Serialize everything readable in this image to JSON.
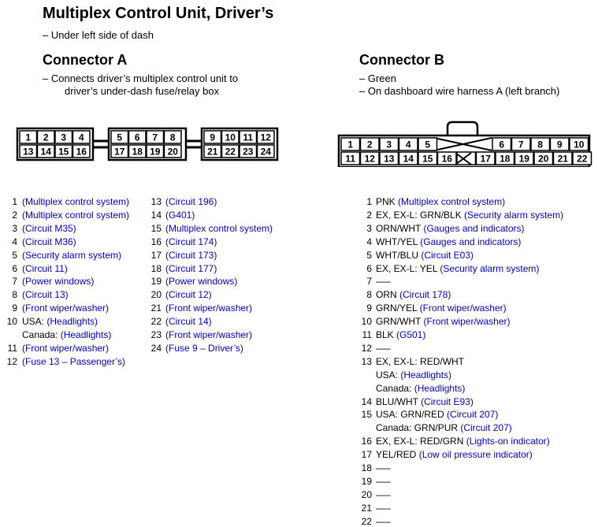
{
  "title": "Multiplex Control Unit, Driver’s",
  "subtitle": "– Under left side of dash",
  "connector_a": {
    "title": "Connector A",
    "desc_line1": "– Connects driver’s multiplex control unit to",
    "desc_line2": "driver’s under-dash fuse/relay box",
    "diagram": {
      "top_row": [
        "1",
        "2",
        "3",
        "4",
        "5",
        "6",
        "7",
        "8",
        "9",
        "10",
        "11",
        "12"
      ],
      "bottom_row": [
        "13",
        "14",
        "15",
        "16",
        "17",
        "18",
        "19",
        "20",
        "21",
        "22",
        "23",
        "24"
      ]
    },
    "pins_col1": [
      {
        "num": "1",
        "wire": "",
        "desc": "(Multiplex control system)"
      },
      {
        "num": "2",
        "wire": "",
        "desc": "(Multiplex control system)"
      },
      {
        "num": "3",
        "wire": "",
        "desc": "(Circuit M35)"
      },
      {
        "num": "4",
        "wire": "",
        "desc": "(Circuit M36)"
      },
      {
        "num": "5",
        "wire": "",
        "desc": "(Security alarm system)"
      },
      {
        "num": "6",
        "wire": "",
        "desc": "(Circuit 11)"
      },
      {
        "num": "7",
        "wire": "",
        "desc": "(Power windows)"
      },
      {
        "num": "8",
        "wire": "",
        "desc": "(Circuit 13)"
      },
      {
        "num": "9",
        "wire": "",
        "desc": "(Front wiper/washer)"
      },
      {
        "num": "10",
        "wire": "USA:",
        "desc": "(Headlights)"
      },
      {
        "num": "",
        "wire": "Canada:",
        "desc": "(Headlights)"
      },
      {
        "num": "11",
        "wire": "",
        "desc": "(Front wiper/washer)"
      },
      {
        "num": "12",
        "wire": "",
        "desc": "(Fuse 13 – Passenger’s)"
      }
    ],
    "pins_col2": [
      {
        "num": "13",
        "wire": "",
        "desc": "(Circuit 196)"
      },
      {
        "num": "14",
        "wire": "",
        "desc": "(G401)"
      },
      {
        "num": "15",
        "wire": "",
        "desc": "(Multiplex control system)"
      },
      {
        "num": "16",
        "wire": "",
        "desc": "(Circuit 174)"
      },
      {
        "num": "17",
        "wire": "",
        "desc": "(Circuit 173)"
      },
      {
        "num": "18",
        "wire": "",
        "desc": "(Circuit 177)"
      },
      {
        "num": "19",
        "wire": "",
        "desc": "(Power windows)"
      },
      {
        "num": "20",
        "wire": "",
        "desc": "(Circuit 12)"
      },
      {
        "num": "21",
        "wire": "",
        "desc": "(Front wiper/washer)"
      },
      {
        "num": "22",
        "wire": "",
        "desc": "(Circuit 14)"
      },
      {
        "num": "23",
        "wire": "",
        "desc": "(Front wiper/washer)"
      },
      {
        "num": "24",
        "wire": "",
        "desc": "(Fuse 9 – Driver’s)"
      }
    ]
  },
  "connector_b": {
    "title": "Connector B",
    "desc_line1": "– Green",
    "desc_line2": "– On dashboard wire harness A (left branch)",
    "diagram": {
      "top_row": [
        "1",
        "2",
        "3",
        "4",
        "5",
        "6",
        "7",
        "8",
        "9",
        "10"
      ],
      "bottom_row": [
        "11",
        "12",
        "13",
        "14",
        "15",
        "16",
        "17",
        "18",
        "19",
        "20",
        "21",
        "22"
      ]
    },
    "pins": [
      {
        "num": "1",
        "wire": "PNK",
        "desc": "(Multiplex control system)"
      },
      {
        "num": "2",
        "wire": "EX, EX-L: GRN/BLK",
        "desc": "(Security alarm system)"
      },
      {
        "num": "3",
        "wire": "ORN/WHT",
        "desc": "(Gauges and indicators)"
      },
      {
        "num": "4",
        "wire": "WHT/YEL",
        "desc": "(Gauges and indicators)"
      },
      {
        "num": "5",
        "wire": "WHT/BLU",
        "desc": "(Circuit E03)"
      },
      {
        "num": "6",
        "wire": "EX, EX-L: YEL",
        "desc": "(Security alarm system)"
      },
      {
        "num": "7",
        "wire": "—–",
        "desc": ""
      },
      {
        "num": "8",
        "wire": "ORN",
        "desc": "(Circuit 178)"
      },
      {
        "num": "9",
        "wire": "GRN/YEL",
        "desc": "(Front wiper/washer)"
      },
      {
        "num": "10",
        "wire": "GRN/WHT",
        "desc": "(Front wiper/washer)"
      },
      {
        "num": "11",
        "wire": "BLK",
        "desc": "(G501)"
      },
      {
        "num": "12",
        "wire": "—–",
        "desc": ""
      },
      {
        "num": "13",
        "wire": "EX, EX-L: RED/WHT",
        "desc": ""
      },
      {
        "num": "",
        "wire": "USA:",
        "desc": "(Headlights)"
      },
      {
        "num": "",
        "wire": "Canada:",
        "desc": "(Headlights)"
      },
      {
        "num": "14",
        "wire": "BLU/WHT",
        "desc": "(Circuit E93)"
      },
      {
        "num": "15",
        "wire": "USA: GRN/RED",
        "desc": "(Circuit 207)"
      },
      {
        "num": "",
        "wire": "Canada: GRN/PUR",
        "desc": "(Circuit 207)"
      },
      {
        "num": "16",
        "wire": "EX, EX-L: RED/GRN",
        "desc": "(Lights-on indicator)"
      },
      {
        "num": "17",
        "wire": "YEL/RED",
        "desc": "(Low oil pressure indicator)"
      },
      {
        "num": "18",
        "wire": "—–",
        "desc": ""
      },
      {
        "num": "19",
        "wire": "—–",
        "desc": ""
      },
      {
        "num": "20",
        "wire": "—–",
        "desc": ""
      },
      {
        "num": "21",
        "wire": "—–",
        "desc": ""
      },
      {
        "num": "22",
        "wire": "—–",
        "desc": ""
      }
    ]
  },
  "colors": {
    "description_text": "#0000d0",
    "text": "#000000"
  }
}
